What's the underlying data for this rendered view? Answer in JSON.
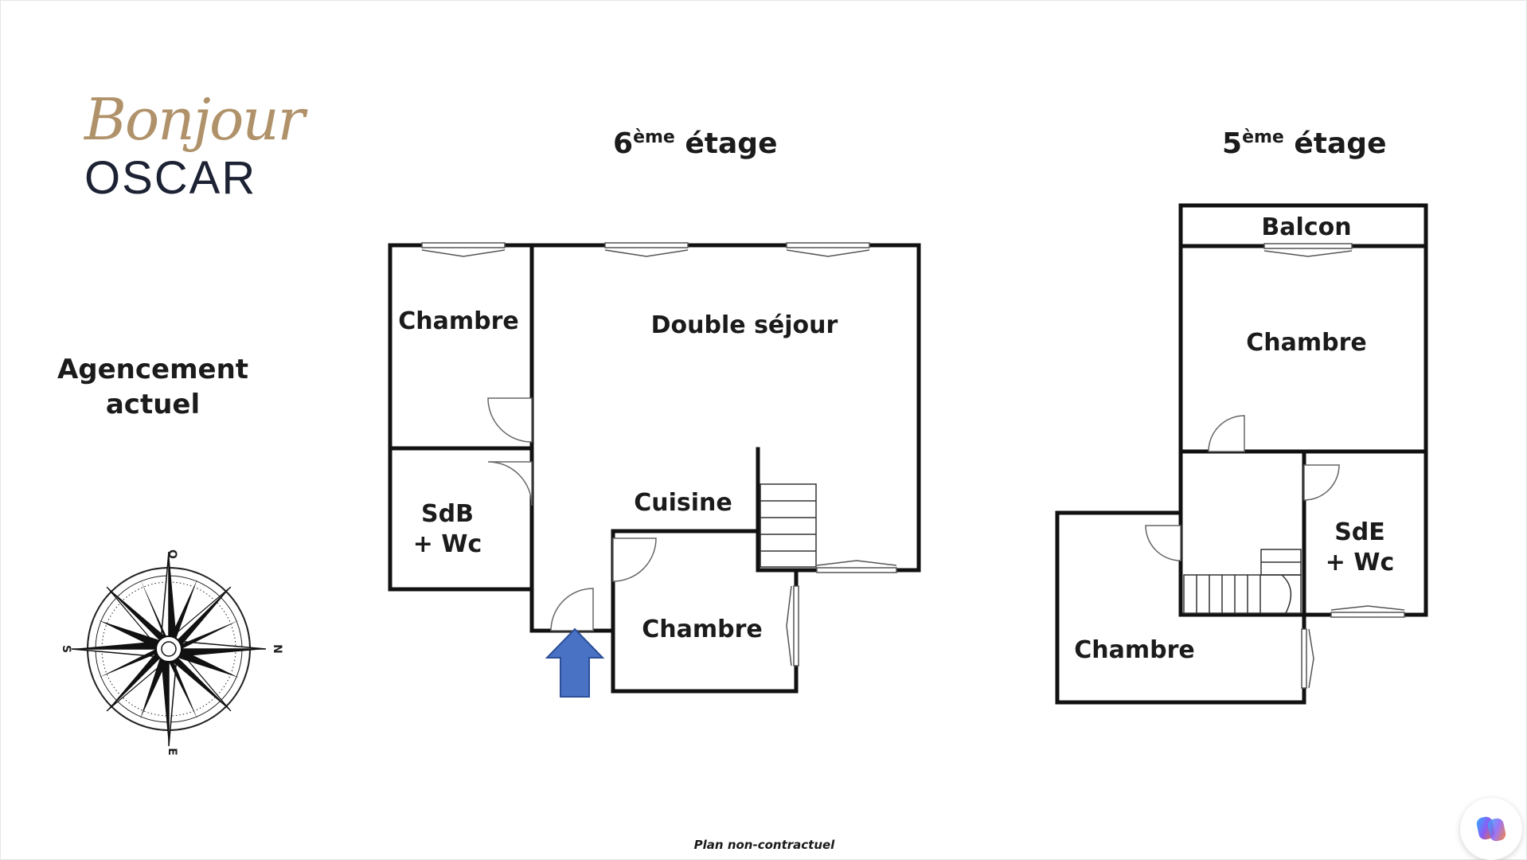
{
  "brand": {
    "script": "Bonjour",
    "name": "OSCAR"
  },
  "layout_label": {
    "line1": "Agencement",
    "line2": "actuel"
  },
  "floors": {
    "sixth": {
      "number": "6",
      "suffix": "ème",
      "word": "étage"
    },
    "fifth": {
      "number": "5",
      "suffix": "ème",
      "word": "étage"
    }
  },
  "rooms": {
    "sixth_bedroom_top": "Chambre",
    "double_living": "Double séjour",
    "bathroom_line1": "SdB",
    "bathroom_line2": "+ Wc",
    "kitchen": "Cuisine",
    "sixth_bedroom_bottom": "Chambre",
    "balcony": "Balcon",
    "fifth_bedroom_top": "Chambre",
    "shower_line1": "SdE",
    "shower_line2": "+ Wc",
    "fifth_bedroom_bottom": "Chambre"
  },
  "compass": {
    "north": "N",
    "south": "S",
    "east": "E",
    "west": "O"
  },
  "disclaimer": "Plan non-contractuel",
  "colors": {
    "wall": "#111111",
    "entry_arrow": "#4a72c4",
    "brand_gold": "#b0926a",
    "brand_navy": "#1c2233"
  }
}
